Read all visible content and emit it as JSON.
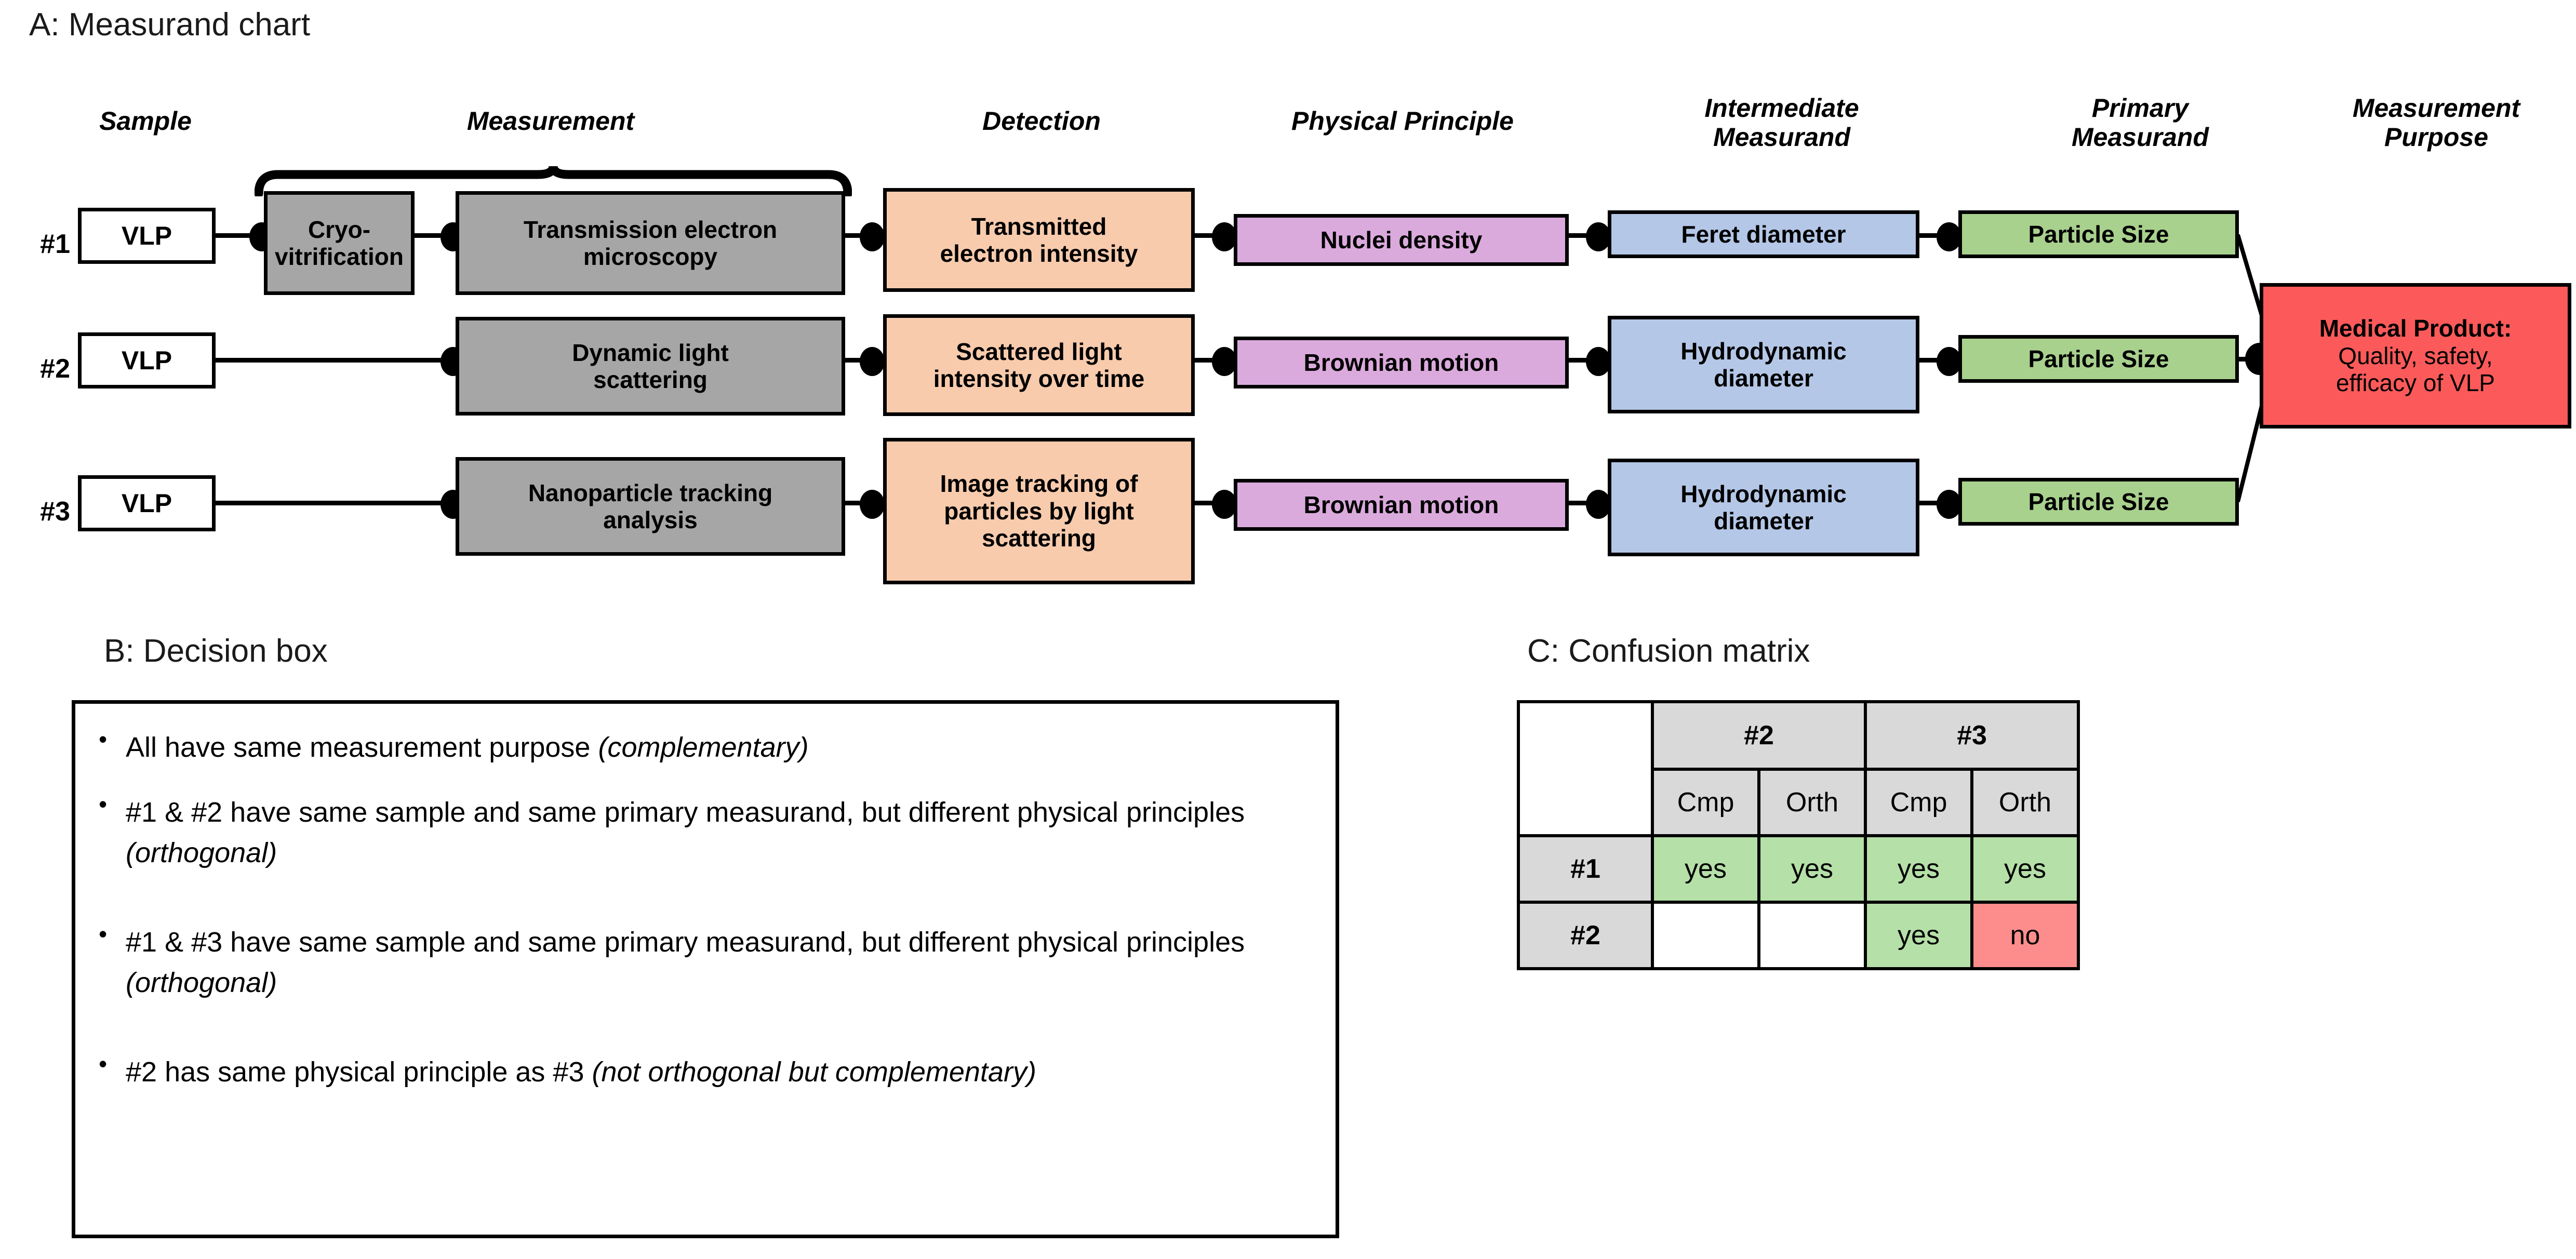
{
  "panels": {
    "a_title": "A: Measurand chart",
    "b_title": "B: Decision box",
    "c_title": "C: Confusion matrix"
  },
  "colors": {
    "sample": "#ffffff",
    "measurement": "#a6a6a6",
    "detection": "#f8cbad",
    "physical_principle": "#dbaadd",
    "intermediate_measurand": "#b4c7e7",
    "primary_measurand": "#a9d18e",
    "measurement_purpose": "#fc5a5a",
    "matrix_header": "#d9d9d9",
    "matrix_yes": "#b5e0a8",
    "matrix_no": "#fd8d8d"
  },
  "chart": {
    "column_headers": [
      "Sample",
      "Measurement",
      "Detection",
      "Physical Principle",
      "Intermediate\nMeasurand",
      "Primary\nMeasurand",
      "Measurement\nPurpose"
    ],
    "brace_label": "Measurement",
    "rows": [
      {
        "id": "#1",
        "sample": "VLP",
        "preparation": "Cryo-\nvitrification",
        "measurement": "Transmission electron\nmicroscopy",
        "detection": "Transmitted\nelectron intensity",
        "physical_principle": "Nuclei density",
        "intermediate_measurand": "Feret diameter",
        "primary_measurand": "Particle Size"
      },
      {
        "id": "#2",
        "sample": "VLP",
        "preparation": "",
        "measurement": "Dynamic light\nscattering",
        "detection": "Scattered light\nintensity over time",
        "physical_principle": "Brownian motion",
        "intermediate_measurand": "Hydrodynamic\ndiameter",
        "primary_measurand": "Particle Size"
      },
      {
        "id": "#3",
        "sample": "VLP",
        "preparation": "",
        "measurement": "Nanoparticle tracking\nanalysis",
        "detection": "Image tracking of\nparticles by light\nscattering",
        "physical_principle": "Brownian motion",
        "intermediate_measurand": "Hydrodynamic\ndiameter",
        "primary_measurand": "Particle Size"
      }
    ],
    "purpose": {
      "title": "Medical Product:",
      "body": "Quality, safety,\nefficacy of VLP"
    }
  },
  "decision_box": {
    "bullets": [
      {
        "plain_1": "All have same measurement purpose ",
        "italic": "(complementary)",
        "plain_2": ""
      },
      {
        "plain_1": "#1 & #2 have same sample and same primary measurand, but different physical principles ",
        "italic": "(orthogonal)",
        "plain_2": ""
      },
      {
        "plain_1": "#1 & #3 have same sample and same primary measurand, but different physical principles ",
        "italic": "(orthogonal)",
        "plain_2": ""
      },
      {
        "plain_1": "#2 has same physical principle as #3 ",
        "italic": "(not orthogonal but complementary)",
        "plain_2": ""
      }
    ]
  },
  "confusion_matrix": {
    "corner": "",
    "col_groups": [
      "#2",
      "#3"
    ],
    "sub_headers": [
      "Cmp",
      "Orth",
      "Cmp",
      "Orth"
    ],
    "row_headers": [
      "#1",
      "#2"
    ],
    "cells": [
      [
        "yes",
        "yes",
        "yes",
        "yes"
      ],
      [
        "",
        "",
        "yes",
        "no"
      ]
    ]
  }
}
